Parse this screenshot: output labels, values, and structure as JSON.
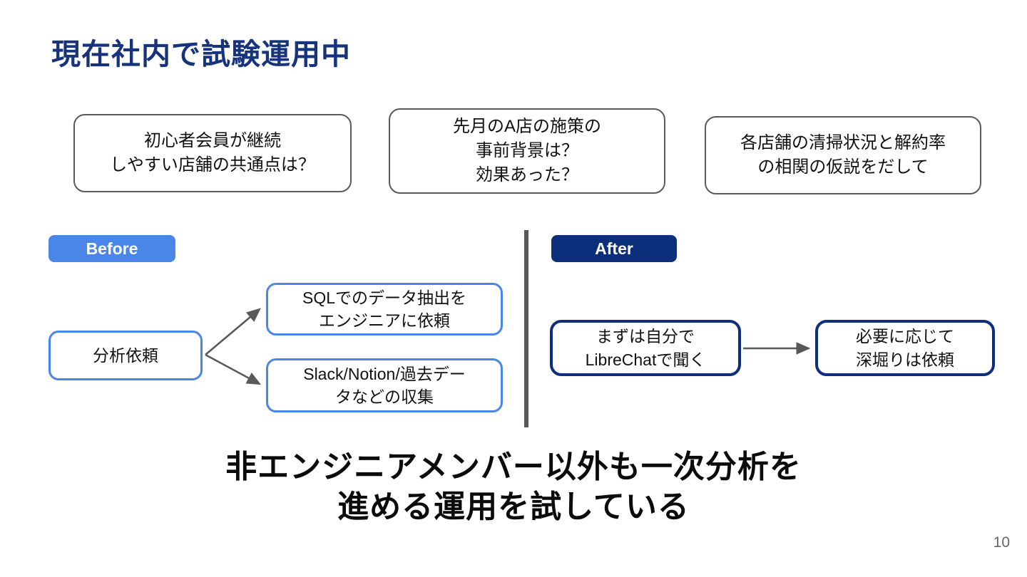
{
  "slide": {
    "title": "現在社内で試験運用中",
    "page_number": "10"
  },
  "colors": {
    "title_navy": "#17337D",
    "before_blue": "#4A86E8",
    "after_navy": "#0D2F7B",
    "card_border_gray": "#595959",
    "arrow_gray": "#595959"
  },
  "prompt_cards": [
    {
      "lines": [
        "初心者会員が継続",
        "しやすい店舗の共通点は？"
      ]
    },
    {
      "lines": [
        "先月のA店の施策の",
        "事前背景は？",
        "効果あった？"
      ]
    },
    {
      "lines": [
        "各店舗の清掃状況と解約率",
        "の相関の仮説をだして"
      ]
    }
  ],
  "before": {
    "label": "Before",
    "source": "分析依頼",
    "targets": [
      {
        "lines": [
          "SQLでのデータ抽出を",
          "エンジニアに依頼"
        ]
      },
      {
        "lines": [
          "Slack/Notion/過去デー",
          "タなどの収集"
        ]
      }
    ]
  },
  "after": {
    "label": "After",
    "steps": [
      {
        "lines": [
          "まずは自分で",
          "LibreChatで聞く"
        ]
      },
      {
        "lines": [
          "必要に応じて",
          "深堀りは依頼"
        ]
      }
    ]
  },
  "conclusion": {
    "lines": [
      "非エンジニアメンバー以外も一次分析を",
      "進める運用を試している"
    ]
  }
}
